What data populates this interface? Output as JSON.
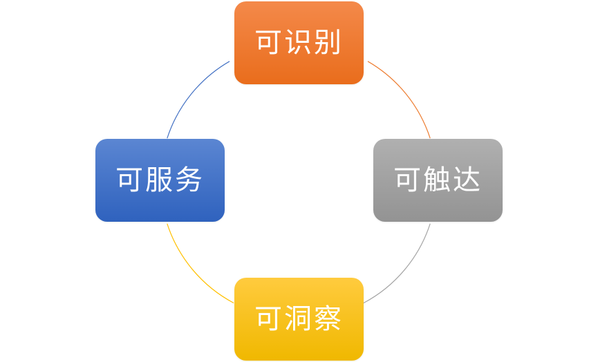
{
  "diagram": {
    "type": "cycle",
    "nodes": [
      {
        "id": "top",
        "label": "可识别",
        "color_top": "#F4894A",
        "color_bottom": "#E96D1C",
        "arc_color": "#ED7D31"
      },
      {
        "id": "right",
        "label": "可触达",
        "color_top": "#B0B0B0",
        "color_bottom": "#939393",
        "arc_color": "#A5A5A5"
      },
      {
        "id": "bottom",
        "label": "可洞察",
        "color_top": "#FFCB3E",
        "color_bottom": "#F0B800",
        "arc_color": "#FFC000"
      },
      {
        "id": "left",
        "label": "可服务",
        "color_top": "#5B86D2",
        "color_bottom": "#2F62BE",
        "arc_color": "#4472C4"
      }
    ]
  }
}
